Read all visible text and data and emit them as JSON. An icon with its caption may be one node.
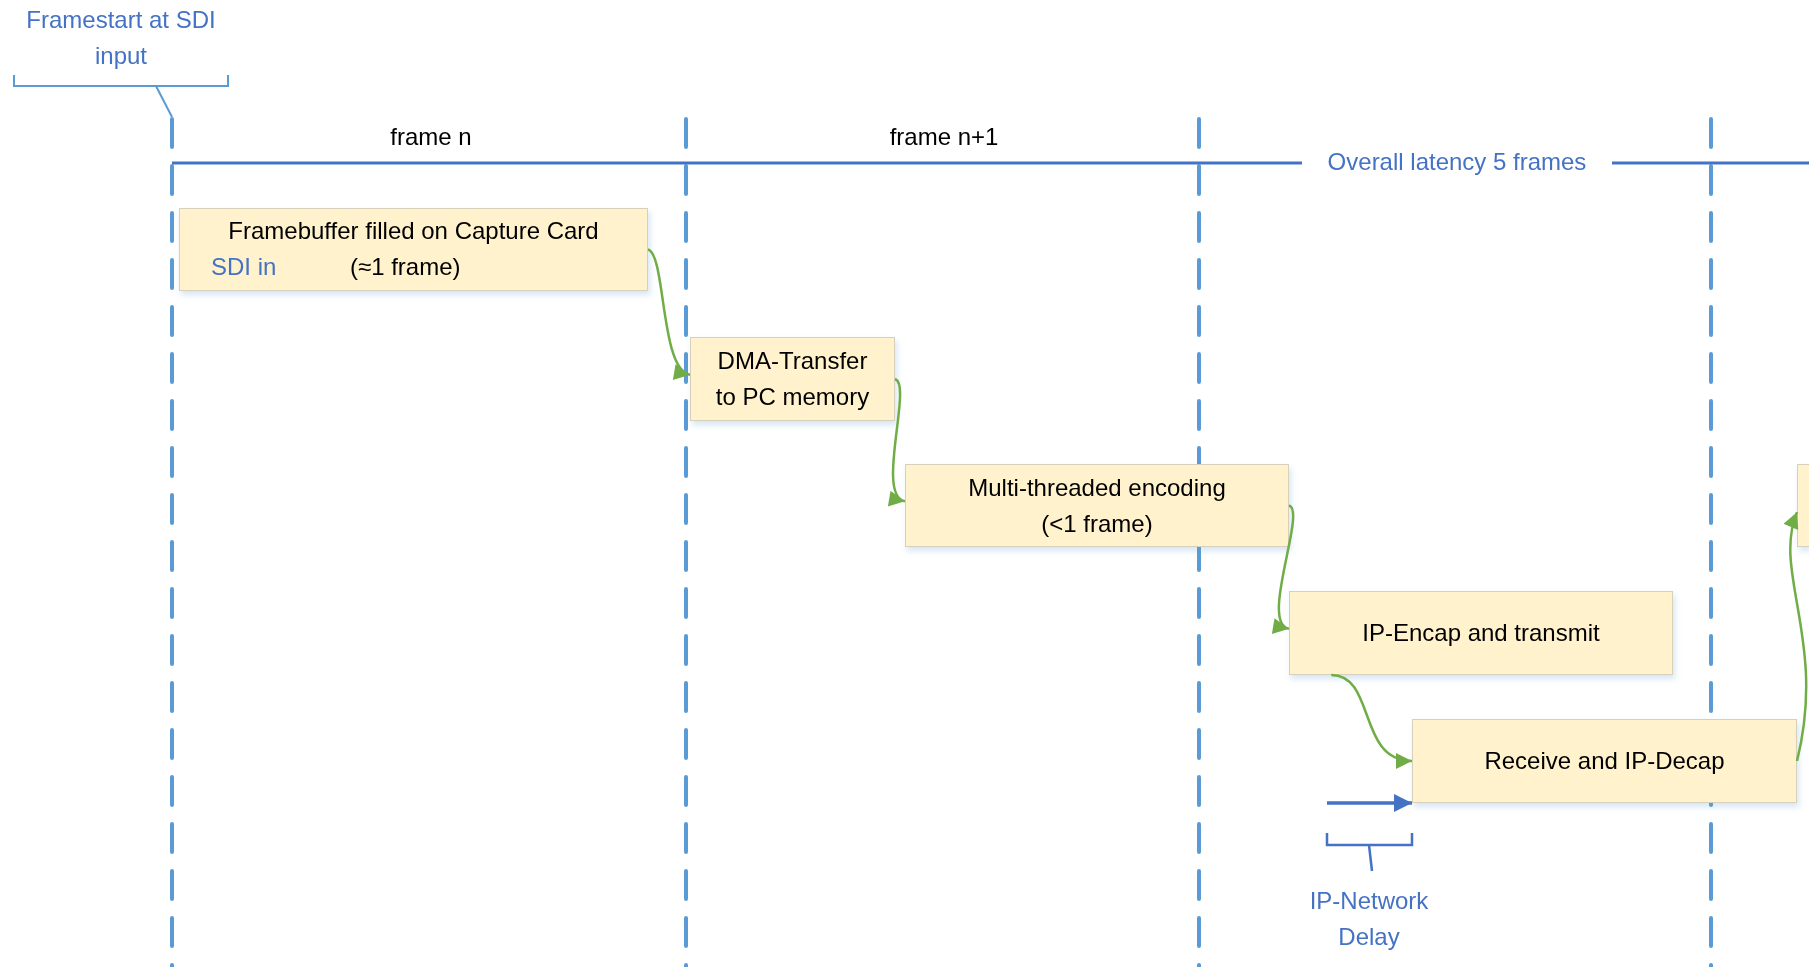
{
  "diagram": {
    "nodes": [
      {
        "text": [
          "Framebuffer filled on Capture Card",
          "SDI in",
          "(≈1 frame)"
        ]
      },
      {
        "text": [
          "DMA-Transfer to PC memory"
        ]
      },
      {
        "text": [
          "Multi-threaded encoding (<1 frame)"
        ]
      },
      {
        "text": [
          "IP-Encap and transmit"
        ]
      },
      {
        "text": [
          "Receive and IP-Decap"
        ]
      },
      {
        "text": [],
        "shape": "box"
      }
    ],
    "edges": [
      {
        "from": 0,
        "to": 1,
        "arrow": "to"
      },
      {
        "from": 1,
        "to": 2,
        "arrow": "to"
      },
      {
        "from": 2,
        "to": 3,
        "arrow": "to"
      },
      {
        "from": 3,
        "to": 4,
        "arrow": "to"
      },
      {
        "from": 4,
        "to": 5,
        "arrow": "to"
      },
      {
        "from": null,
        "to": 4,
        "arrow": "to",
        "color": "#4472c4"
      }
    ],
    "labels": [
      "Framestart at SDI input",
      "frame n",
      "frame n+1",
      "Overall latency 5 frames",
      "IP-Network Delay"
    ]
  }
}
